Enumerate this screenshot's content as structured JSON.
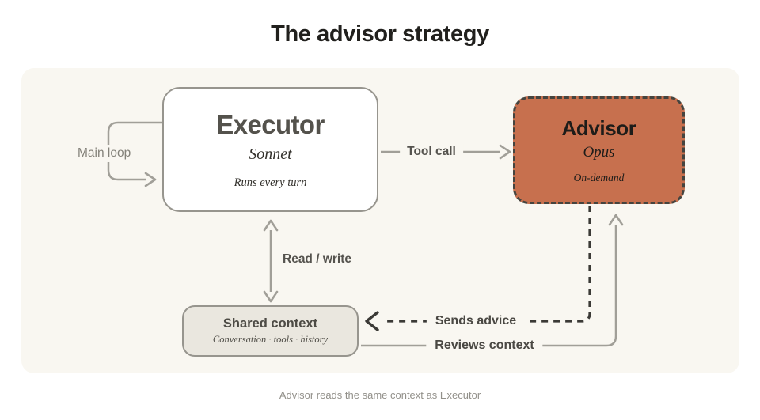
{
  "title": "The advisor strategy",
  "caption": "Advisor reads the same context as Executor",
  "nodes": {
    "executor": {
      "title": "Executor",
      "model": "Sonnet",
      "note": "Runs every turn"
    },
    "advisor": {
      "title": "Advisor",
      "model": "Opus",
      "note": "On-demand"
    },
    "shared_context": {
      "title": "Shared context",
      "subtitle": "Conversation · tools · history"
    }
  },
  "edges": {
    "main_loop": "Main loop",
    "tool_call": "Tool call",
    "read_write": "Read / write",
    "sends_advice": "Sends advice",
    "reviews_context": "Reviews context"
  },
  "colors": {
    "page_bg": "#ffffff",
    "panel_bg": "#f9f7f1",
    "executor_fill": "#ffffff",
    "advisor_fill": "#c7704e",
    "shared_fill": "#eae7df",
    "box_border_gray": "#97958e",
    "arrow_gray": "#a19f98",
    "dashed_dark": "#3b3a36",
    "label_dark": "#55534e"
  }
}
